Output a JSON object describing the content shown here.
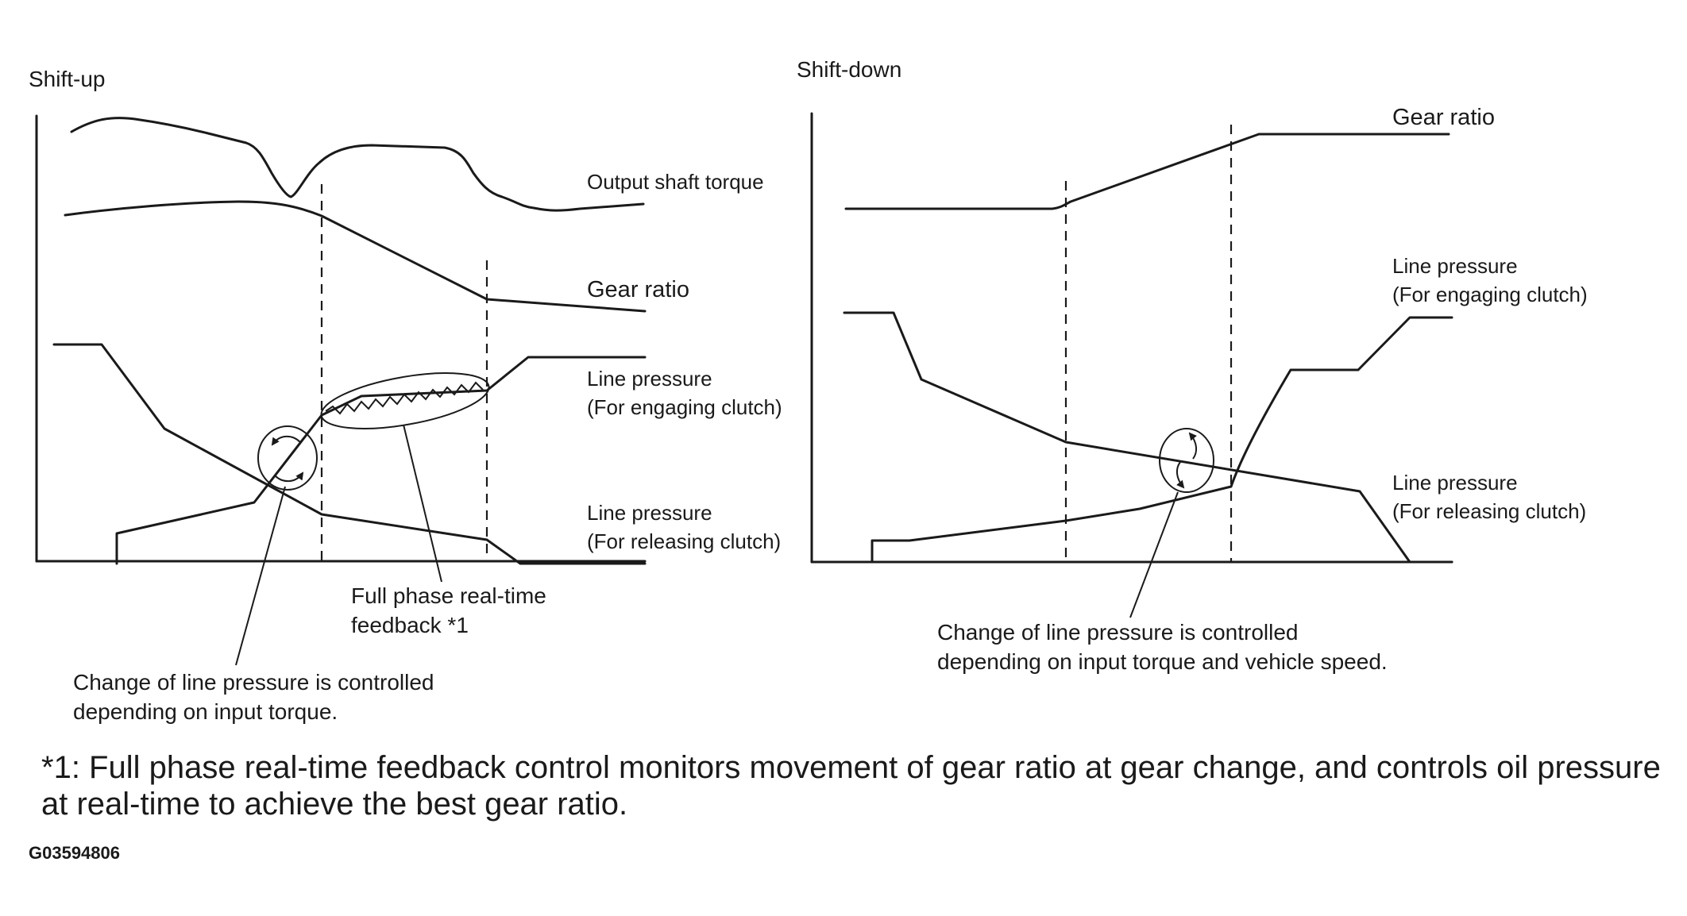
{
  "left_panel": {
    "title": "Shift-up",
    "curves": {
      "output_shaft_torque": "Output shaft torque",
      "gear_ratio": "Gear ratio",
      "line_pressure_engaging": [
        "Line pressure",
        "(For engaging clutch)"
      ],
      "line_pressure_releasing": [
        "Line pressure",
        "(For releasing clutch)"
      ]
    },
    "callouts": {
      "feedback": [
        "Full phase real-time",
        "feedback *1"
      ],
      "change": [
        "Change of line pressure is controlled",
        "depending on input torque."
      ]
    }
  },
  "right_panel": {
    "title": "Shift-down",
    "curves": {
      "gear_ratio": "Gear ratio",
      "line_pressure_engaging": [
        "Line pressure",
        "(For engaging clutch)"
      ],
      "line_pressure_releasing": [
        "Line pressure",
        "(For releasing clutch)"
      ]
    },
    "callouts": {
      "change": [
        "Change of line pressure is controlled",
        "depending on input torque and vehicle speed."
      ]
    }
  },
  "footnote": "*1: Full phase real-time feedback control monitors movement of gear ratio at gear change, and controls oil pressure at real-time to achieve the best gear ratio.",
  "figure_id": "G03594806"
}
